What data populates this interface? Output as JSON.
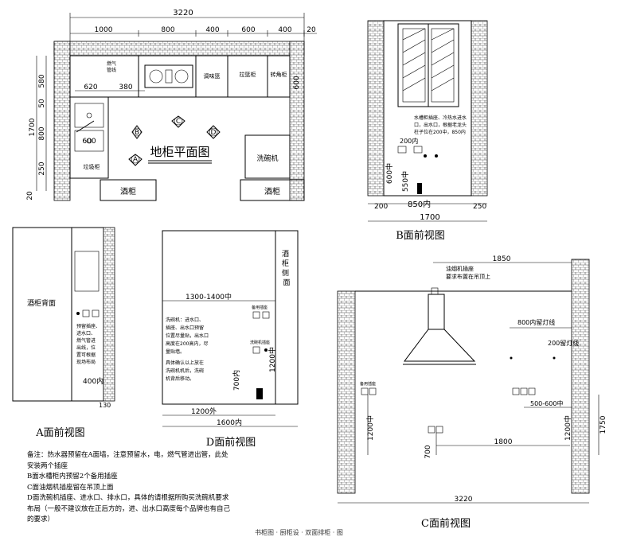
{
  "plan": {
    "total_width": "3220",
    "top_dims": [
      "1000",
      "800",
      "400",
      "600",
      "400",
      "20"
    ],
    "left_dims": [
      "580",
      "50",
      "1700",
      "800",
      "250",
      "20"
    ],
    "dim_620": "620",
    "dim_380": "380",
    "dim_600": "600",
    "dim_600_right": "600",
    "gas_pipe": "燃气\n管线",
    "seasoning": "调味篮",
    "pull_basket": "拉篮柜",
    "corner": "转角柜",
    "trash": "垃圾柜",
    "dishwasher": "洗碗机",
    "wine_left": "酒柜",
    "wine_right": "酒柜",
    "title": "地柜平面图",
    "markers": [
      "B",
      "C",
      "D",
      "A"
    ]
  },
  "viewB": {
    "title": "B面前视图",
    "note": "水槽柜插座、冷热水进水口、出水口，根据老龙头柱子位在200中，850内",
    "dims_bottom": [
      "200",
      "850内",
      "250"
    ],
    "dim_total": "1700",
    "v_dims": [
      "600中",
      "550中"
    ],
    "top_dim": "200内"
  },
  "viewA": {
    "title": "A面前视图",
    "wine_back": "酒柜背面",
    "note": "预留插座、进水口、燃气管进出线，位置可根据现场布局",
    "bottom_dim": "400内",
    "side_dim": "130"
  },
  "viewD": {
    "title": "D面前视图",
    "wine_side": "酒柜侧面",
    "dim_1300": "1300-1400中",
    "note": "洗碗机：进水口、插座、出水口预留位置尽量贴，出水口高度在200高内，尽量贴墙。具体确认以上放在洗碗机机后，洗碗机背后移动。",
    "dim_1200_v": "1200中",
    "dim_700_v": "700内",
    "dim_1200_out": "1200外",
    "dim_1600": "1600内",
    "socket_label": "备用插座",
    "dw_socket": "洗碗机插座"
  },
  "viewC": {
    "title": "C面前视图",
    "top_dim": "1850",
    "hood_note": "油烟机插座\n要求布置在吊顶上",
    "light1": "800内留灯线",
    "light2": "200留灯线",
    "dim_500": "500-600中",
    "dim_1200_l": "1200中",
    "dim_700": "700",
    "dim_1800": "1800",
    "dim_1200_r": "1200中",
    "dim_1750": "1750",
    "total": "3220",
    "socket_label": "备用插座"
  },
  "notes": {
    "lines": [
      "备注：热水器预留在A面墙，注意预留水，电，燃气管进出管，此处安装两个插座",
      "B面水槽柜内预留2个备用插座",
      "C面油烟机插座留在吊顶上面",
      "D面洗碗机插座、进水口、排水口，具体的请根据所购买洗碗机要求布局（一般不建议放在正后方的，进、出水口高度每个品牌也有自己的要求）"
    ],
    "footer": "书柜图 · 厨柜设 · 双面排柜 · 图"
  }
}
